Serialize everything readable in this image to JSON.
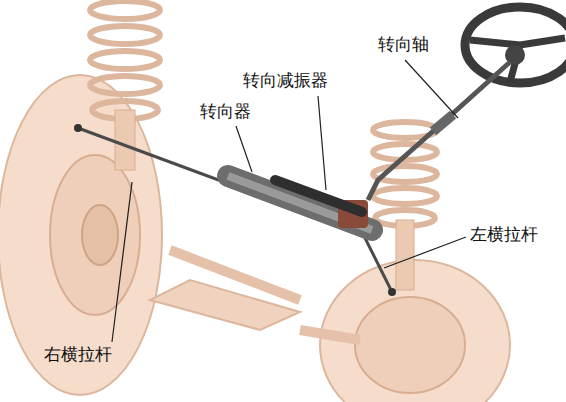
{
  "diagram": {
    "labels": [
      "转向轴",
      "转向减振器",
      "转向器",
      "左横拉杆",
      "右横拉杆"
    ]
  }
}
